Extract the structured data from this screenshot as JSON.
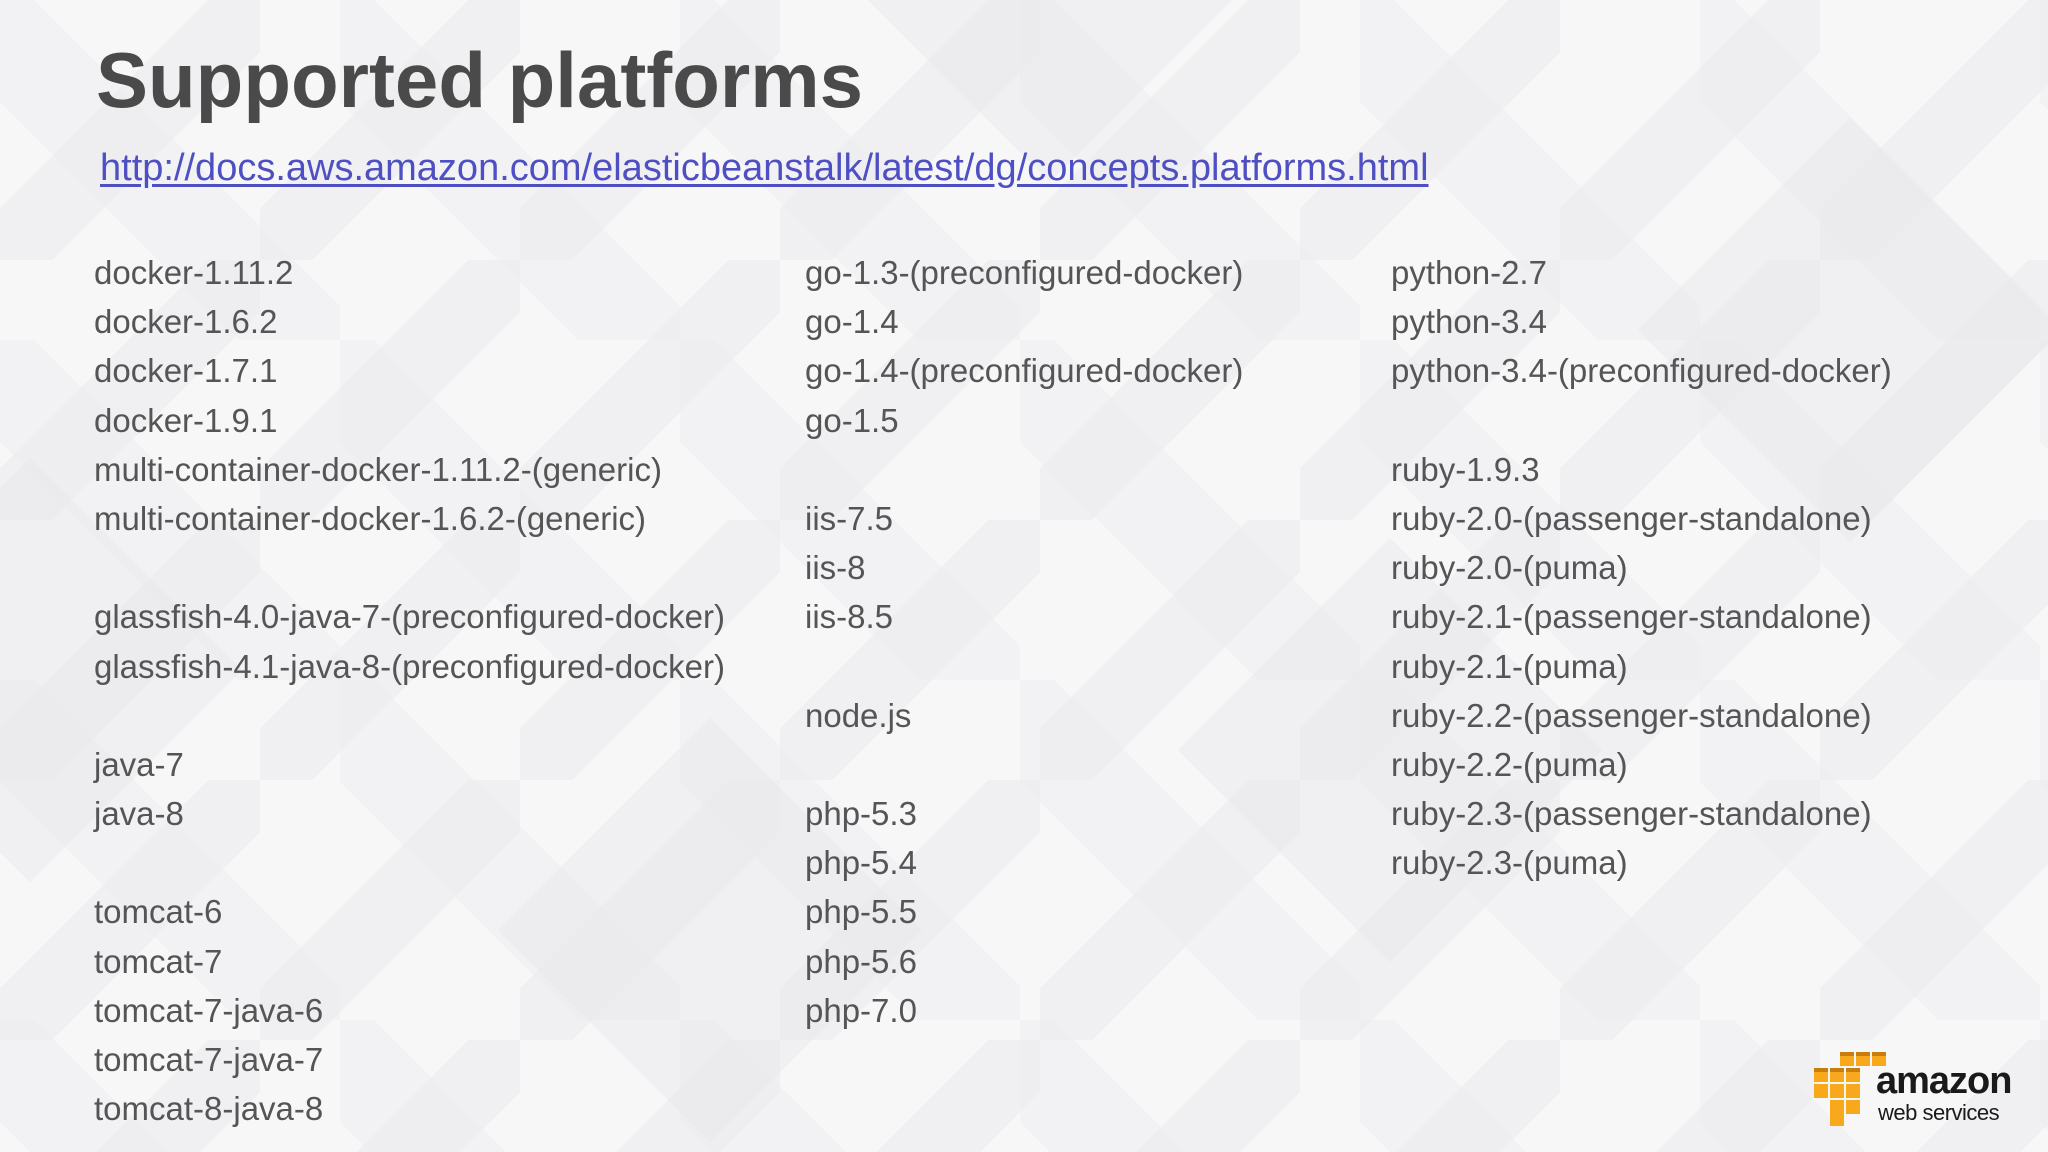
{
  "slide": {
    "title": "Supported platforms",
    "link_text": "http://docs.aws.amazon.com/elasticbeanstalk/latest/dg/concepts.platforms.html"
  },
  "columns": [
    [
      "docker-1.11.2",
      "docker-1.6.2",
      "docker-1.7.1",
      "docker-1.9.1",
      "multi-container-docker-1.11.2-(generic)",
      "multi-container-docker-1.6.2-(generic)",
      "",
      "glassfish-4.0-java-7-(preconfigured-docker)",
      "glassfish-4.1-java-8-(preconfigured-docker)",
      "",
      "java-7",
      "java-8",
      "",
      "tomcat-6",
      "tomcat-7",
      "tomcat-7-java-6",
      "tomcat-7-java-7",
      "tomcat-8-java-8"
    ],
    [
      "go-1.3-(preconfigured-docker)",
      "go-1.4",
      "go-1.4-(preconfigured-docker)",
      "go-1.5",
      "",
      "iis-7.5",
      "iis-8",
      "iis-8.5",
      "",
      "node.js",
      "",
      "php-5.3",
      "php-5.4",
      "php-5.5",
      "php-5.6",
      "php-7.0"
    ],
    [
      "python-2.7",
      "python-3.4",
      "python-3.4-(preconfigured-docker)",
      "",
      "ruby-1.9.3",
      "ruby-2.0-(passenger-standalone)",
      "ruby-2.0-(puma)",
      "ruby-2.1-(passenger-standalone)",
      "ruby-2.1-(puma)",
      "ruby-2.2-(passenger-standalone)",
      "ruby-2.2-(puma)",
      "ruby-2.3-(passenger-standalone)",
      "ruby-2.3-(puma)"
    ]
  ],
  "logo": {
    "word": "amazon",
    "sub": "web services",
    "icon": "aws-cubes-icon",
    "color": "#f7a81b"
  },
  "colors": {
    "title": "#4a4a4a",
    "link": "#4f4fc4",
    "text": "#555555"
  }
}
